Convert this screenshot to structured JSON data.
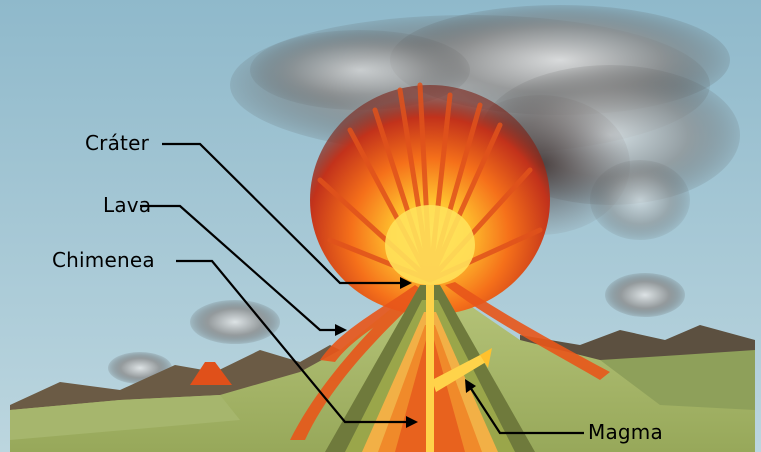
{
  "diagram": {
    "labels": {
      "crater": "Cráter",
      "lava": "Lava",
      "chimney": "Chimenea",
      "magma": "Magma"
    }
  },
  "colors": {
    "sky": "#9ec3d2",
    "cloud": "#6a6a6a",
    "ground_green": "#a9b968",
    "mountain_brown": "#6b5b45",
    "lava_orange": "#f07a1a",
    "lava_yellow": "#ffd34a",
    "leader_line": "#000000"
  }
}
